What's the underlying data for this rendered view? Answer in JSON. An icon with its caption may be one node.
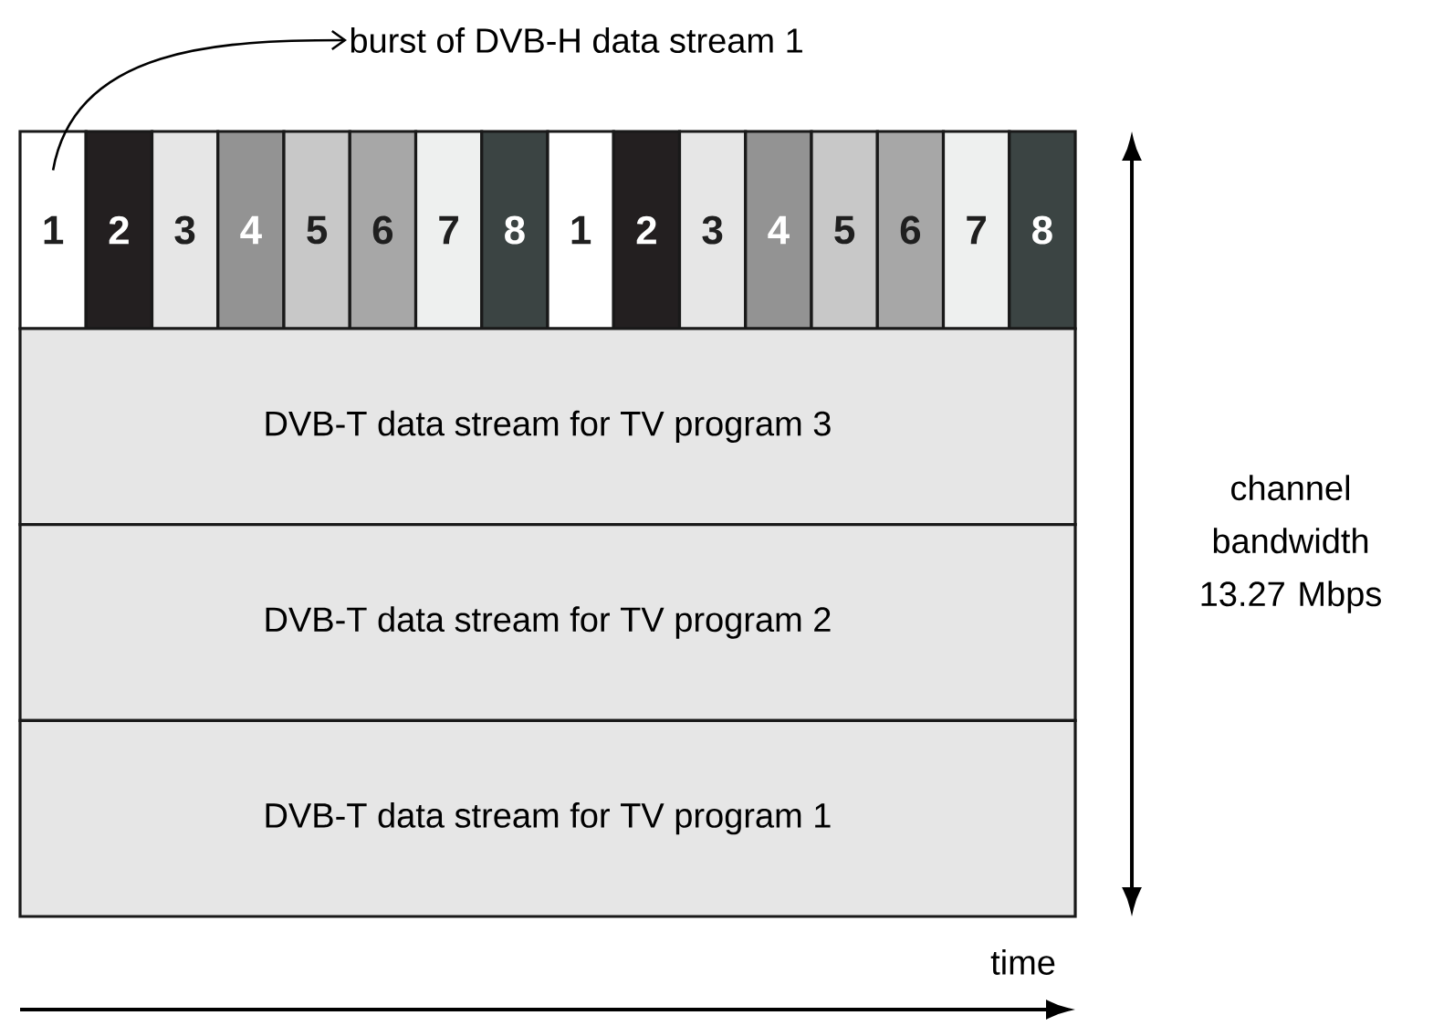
{
  "diagram": {
    "nodes": [
      {
        "text": [
          "burst of DVB-H data stream 1"
        ]
      },
      {
        "text": [
          "1"
        ]
      },
      {
        "text": [
          "2"
        ]
      },
      {
        "text": [
          "3"
        ]
      },
      {
        "text": [
          "4"
        ]
      },
      {
        "text": [
          "5"
        ]
      },
      {
        "text": [
          "6"
        ]
      },
      {
        "text": [
          "7"
        ]
      },
      {
        "text": [
          "8"
        ]
      },
      {
        "text": [
          "1"
        ]
      },
      {
        "text": [
          "2"
        ]
      },
      {
        "text": [
          "3"
        ]
      },
      {
        "text": [
          "4"
        ]
      },
      {
        "text": [
          "5"
        ]
      },
      {
        "text": [
          "6"
        ]
      },
      {
        "text": [
          "7"
        ]
      },
      {
        "text": [
          "8"
        ]
      },
      {
        "text": [
          "DVB-T data stream for TV program 3"
        ]
      },
      {
        "text": [
          "DVB-T data stream for TV program 2"
        ]
      },
      {
        "text": [
          "DVB-T data stream for TV program 1"
        ]
      }
    ],
    "edges": [
      {
        "from": 1,
        "to": 0,
        "arrow": "to"
      }
    ],
    "labels": [
      "channel bandwidth 13.27 Mbps",
      "time"
    ]
  }
}
